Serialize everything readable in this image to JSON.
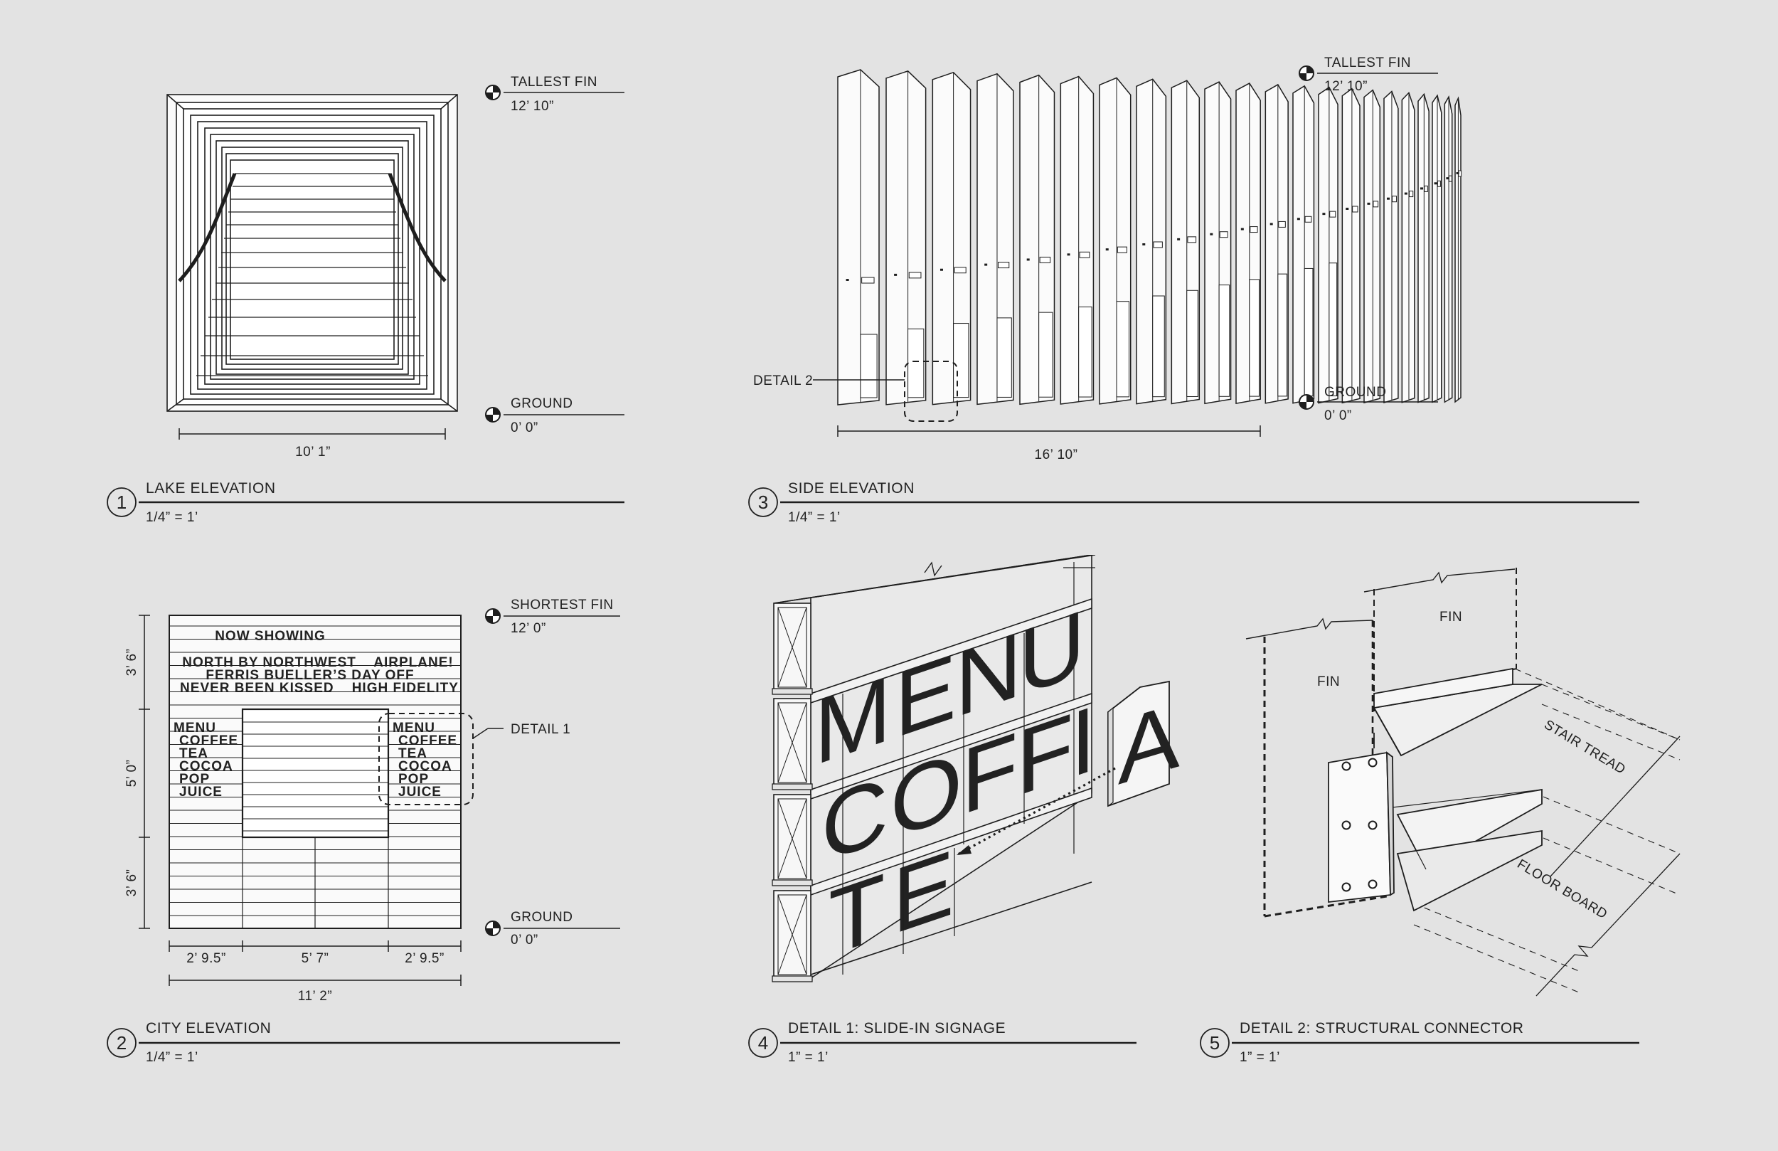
{
  "colors": {
    "background": "#e3e3e3",
    "ink": "#1e1e1e",
    "signage_text": "#8f8f8f"
  },
  "panels": {
    "lake": {
      "number": "1",
      "title": "LAKE ELEVATION",
      "scale": "1/4” = 1’",
      "top_mark_label": "TALLEST FIN",
      "top_mark_value": "12’ 10”",
      "bottom_mark_label": "GROUND",
      "bottom_mark_value": "0’ 0”",
      "width_dim": "10’ 1”"
    },
    "city": {
      "number": "2",
      "title": "CITY ELEVATION",
      "scale": "1/4” = 1’",
      "top_mark_label": "SHORTEST FIN",
      "top_mark_value": "12’ 0”",
      "bottom_mark_label": "GROUND",
      "bottom_mark_value": "0’ 0”",
      "detail_callout": "DETAIL 1",
      "marquee": {
        "heading": "NOW SHOWING",
        "lines": [
          "NORTH BY NORTHWEST    AIRPLANE!",
          "FERRIS BUELLER’S DAY OFF",
          "NEVER BEEN KISSED    HIGH FIDELITY"
        ]
      },
      "menu_left": [
        "MENU",
        "COFFEE",
        "TEA",
        "COCOA",
        "POP",
        "JUICE"
      ],
      "menu_right": [
        "MENU",
        "COFFEE",
        "TEA",
        "COCOA",
        "POP",
        "JUICE"
      ],
      "height_dims": [
        "3’ 6”",
        "5’ 0”",
        "3’ 6”"
      ],
      "width_dims": [
        "2’ 9.5”",
        "5’ 7”",
        "2’ 9.5”"
      ],
      "total_width_dim": "11’ 2”"
    },
    "side": {
      "number": "3",
      "title": "SIDE ELEVATION",
      "scale": "1/4” = 1’",
      "top_mark_label": "TALLEST FIN",
      "top_mark_value": "12’ 10”",
      "bottom_mark_label": "GROUND",
      "bottom_mark_value": "0’ 0”",
      "detail_callout": "DETAIL 2",
      "width_dim": "16’ 10”"
    },
    "detail1": {
      "number": "4",
      "title": "DETAIL 1: SLIDE-IN SIGNAGE",
      "scale": "1” = 1’",
      "letters_row1": [
        "M",
        "E",
        "N",
        "U"
      ],
      "letters_row2": [
        "C",
        "O",
        "F",
        "F",
        "I"
      ],
      "letters_row3": [
        "T",
        "E"
      ],
      "slide_letter": "A"
    },
    "detail2": {
      "number": "5",
      "title": "DETAIL 2: STRUCTURAL CONNECTOR",
      "scale": "1” = 1’",
      "fin_left": "FIN",
      "fin_right": "FIN",
      "stair_tread": "STAIR TREAD",
      "floor_board": "FLOOR BOARD"
    }
  }
}
